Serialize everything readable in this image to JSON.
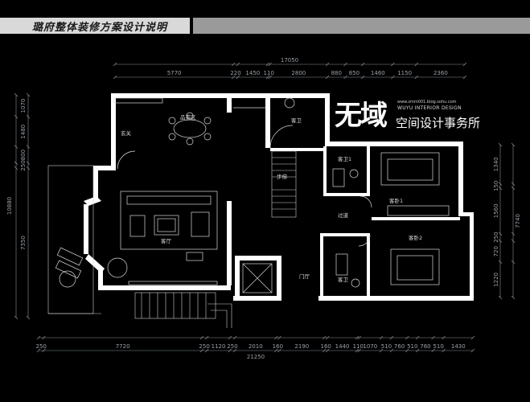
{
  "header": {
    "title": "璐府整体装修方案设计说明"
  },
  "logo": {
    "mark": "无域",
    "blog": "www.zmm001.blog.sohu.com",
    "english": "WUYU INTERIOR DESIGN",
    "chinese": "空间设计事务所"
  },
  "dimensions": {
    "top_total": "17050",
    "top_segments": [
      "5770",
      "220",
      "1450",
      "110",
      "2800",
      "880",
      "850",
      "1460",
      "1150",
      "2360"
    ],
    "bottom_segments": [
      "250",
      "7720",
      "250",
      "1120",
      "250",
      "2010",
      "160",
      "2190",
      "160",
      "1440",
      "110",
      "1070",
      "510",
      "760",
      "510",
      "760",
      "510",
      "1430"
    ],
    "bottom_total": "21250",
    "left_segments": [
      "1070",
      "1480",
      "800",
      "250",
      "7350"
    ],
    "left_total": "10880",
    "right_segments": [
      "1340",
      "150",
      "1560",
      "250",
      "720",
      "1220"
    ],
    "right_total": "7740"
  },
  "rooms": {
    "foyer": "玄关",
    "tea_area": "品茶区",
    "guest_wc": "客卫",
    "stair": "步梯",
    "bath_1": "客卫1",
    "bedroom_1": "客卧1",
    "living_room": "客厅",
    "corridor": "过道",
    "bedroom_2": "客卧2",
    "bath_2": "客卫",
    "entrance": "门厅"
  }
}
